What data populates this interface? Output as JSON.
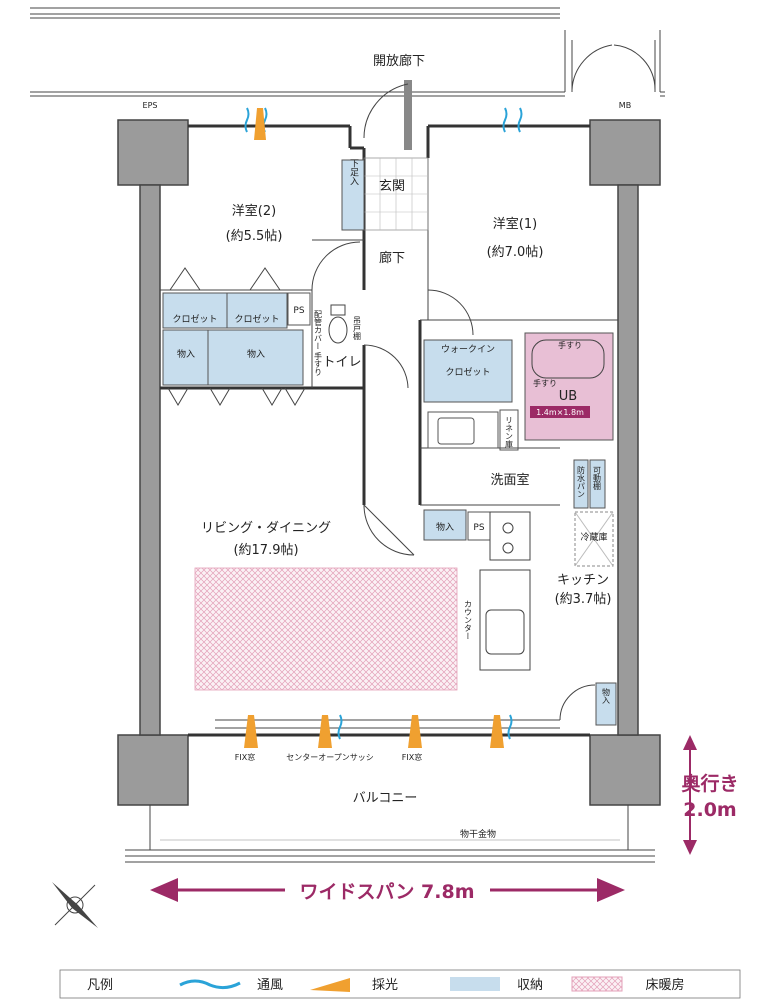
{
  "labels": {
    "corridor": "開放廊下",
    "eps": "EPS",
    "mb": "MB",
    "room2_name": "洋室(2)",
    "room2_size": "(約5.5帖)",
    "room1_name": "洋室(1)",
    "room1_size": "(約7.0帖)",
    "entrance": "玄関",
    "shoe_box": "下足入",
    "hallway": "廊下",
    "closet_a": "クロゼット",
    "closet_b": "クロゼット",
    "ps_upper": "PS",
    "storage_a": "物入",
    "storage_b": "物入",
    "toilet": "トイレ",
    "toilet_note_1": "配管カバー",
    "toilet_note_2": "手すり",
    "toilet_note_3": "吊戸棚",
    "walkin_1": "ウォークイン",
    "walkin_2": "クロゼット",
    "ub": "UB",
    "ub_size": "1.4m×1.8m",
    "handrail_1": "手すり",
    "handrail_2": "手すり",
    "linen": "リネン庫",
    "washroom": "洗面室",
    "waterpan": "防水パン",
    "movable_shelf": "可動棚",
    "living_name": "リビング・ダイニング",
    "living_size": "(約17.9帖)",
    "storage_c": "物入",
    "ps_lower": "PS",
    "fridge": "冷蔵庫",
    "kitchen_name": "キッチン",
    "kitchen_size": "(約3.7帖)",
    "counter": "カウンター",
    "storage_d": "物入",
    "fix_left": "FIX窓",
    "sash": "センターオープンサッシ",
    "fix_right": "FIX窓",
    "balcony": "バルコニー",
    "depth_1": "奥行き",
    "depth_2": "2.0m",
    "drying": "物干金物",
    "wide_span": "ワイドスパン 7.8m"
  },
  "legend": {
    "title": "凡例",
    "items": [
      {
        "label": "通風",
        "color": "#2aa3d8"
      },
      {
        "label": "採光",
        "color": "#f0a030"
      },
      {
        "label": "収納",
        "color": "#c7dded"
      },
      {
        "label": "床暖房",
        "color": "#e3a0b8"
      }
    ]
  },
  "colors": {
    "accent": "#9c2a66",
    "bath": "#e8bfd5",
    "storage": "#c7dded",
    "wall": "#9b9b9b"
  },
  "icons": {
    "compass": "compass-north-icon",
    "ventilation": "ventilation-wave-icon",
    "daylight": "daylight-wedge-icon"
  }
}
